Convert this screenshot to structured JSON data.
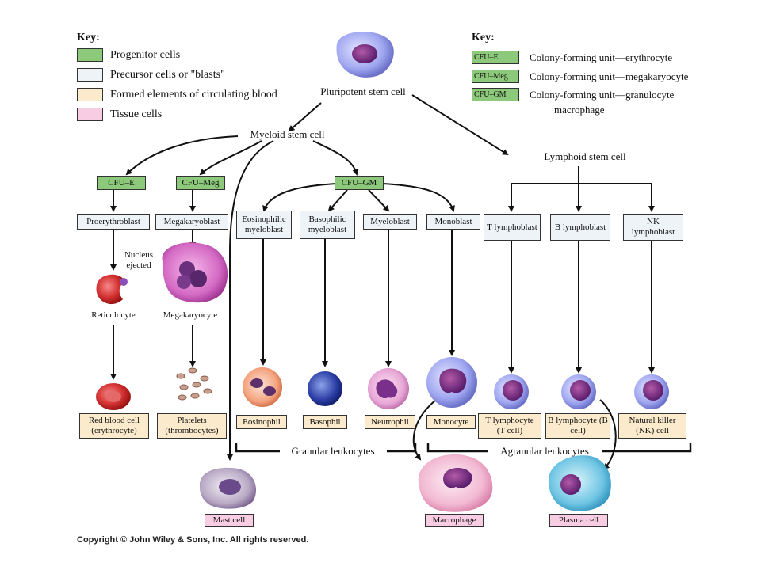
{
  "key_left": {
    "heading": "Key:",
    "items": [
      {
        "label": "Progenitor cells",
        "color": "#8cc97a"
      },
      {
        "label": "Precursor cells  or \"blasts\"",
        "color": "#eef3f8"
      },
      {
        "label": "Formed elements of circulating blood",
        "color": "#fbeacb"
      },
      {
        "label": "Tissue cells",
        "color": "#f8cde3"
      }
    ]
  },
  "key_right": {
    "heading": "Key:",
    "items": [
      {
        "code": "CFU–E",
        "meaning": "Colony-forming unit—erythrocyte"
      },
      {
        "code": "CFU–Meg",
        "meaning": "Colony-forming unit—megakaryocyte"
      },
      {
        "code": "CFU–GM",
        "meaning": "Colony-forming unit—granulocyte",
        "meaning2": "macrophage"
      }
    ]
  },
  "stem": {
    "pluripotent": "Pluripotent stem cell",
    "myeloid": "Myeloid stem cell",
    "lymphoid": "Lymphoid stem cell"
  },
  "progenitors": {
    "cfu_e": "CFU–E",
    "cfu_meg": "CFU–Meg",
    "cfu_gm": "CFU–GM"
  },
  "blasts": {
    "proerythroblast": "Proerythroblast",
    "megakaryoblast": "Megakaryoblast",
    "eosinophilic": "Eosinophilic myeloblast",
    "basophilic": "Basophilic myeloblast",
    "myeloblast": "Myeloblast",
    "monoblast": "Monoblast",
    "t_lymphoblast": "T lymphoblast",
    "b_lymphoblast": "B lymphoblast",
    "nk_lymphoblast": "NK lymphoblast"
  },
  "intermediate": {
    "nucleus_ejected": "Nucleus ejected",
    "reticulocyte": "Reticulocyte",
    "megakaryocyte": "Megakaryocyte"
  },
  "formed": {
    "rbc": "Red blood cell (erythrocyte)",
    "platelets": "Platelets (thrombocytes)",
    "eosinophil": "Eosinophil",
    "basophil": "Basophil",
    "neutrophil": "Neutrophil",
    "monocyte": "Monocyte",
    "t_cell": "T lymphocyte (T cell)",
    "b_cell": "B lymphocyte (B cell)",
    "nk_cell": "Natural killer (NK) cell"
  },
  "groups": {
    "granular": "Granular leukocytes",
    "agranular": "Agranular leukocytes"
  },
  "tissue": {
    "mast": "Mast cell",
    "macrophage": "Macrophage",
    "plasma": "Plasma cell"
  },
  "copyright": "Copyright © John Wiley & Sons, Inc. All rights reserved."
}
